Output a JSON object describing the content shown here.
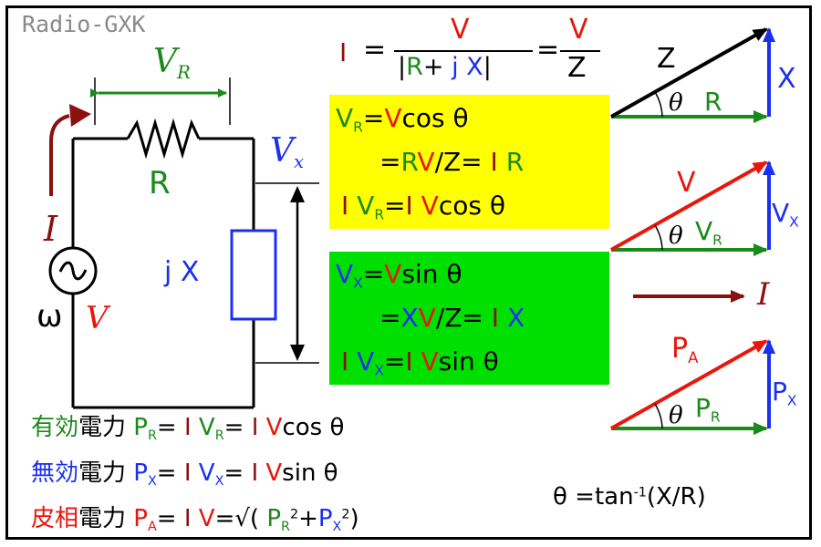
{
  "watermark": "Radio-GXK",
  "colors": {
    "red": "#e8160c",
    "green": "#1a8a1a",
    "blue": "#1a2ff0",
    "brown": "#8b1010",
    "yellowbox": "#ffff00",
    "greenbox": "#00e000"
  },
  "circuit": {
    "vr": "V",
    "vr_sub": "R",
    "r_label": "R",
    "vx": "V",
    "vx_sub": "x",
    "i_label": "I",
    "omega": "ω",
    "v_label": "V",
    "jx": "j X",
    "source_symbol": "~"
  },
  "formula_top": {
    "lhs": "I",
    "eq": "=",
    "num": "V",
    "den": "|R+ j X|",
    "eq2": "=",
    "num2": "V",
    "den2": "Z"
  },
  "yellow_box": {
    "l1_v": "V",
    "l1_sub": "R",
    "l1_eq": "=",
    "l1_rhs_v": "V",
    "l1_rhs": "cos θ",
    "l2_eq": "=",
    "l2_r": "R",
    "l2_v": "V",
    "l2_mid": "/Z=",
    "l2_i": "I",
    "l2_r2": "R",
    "l3_i": "I",
    "l3_v": "V",
    "l3_sub": "R",
    "l3_eq": "=",
    "l3_i2": "I",
    "l3_v2": "V",
    "l3_rhs": "cos θ"
  },
  "green_box": {
    "l1_v": "V",
    "l1_sub": "X",
    "l1_eq": "=",
    "l1_rhs_v": "V",
    "l1_rhs": "sin θ",
    "l2_eq": "=",
    "l2_x": "X",
    "l2_v": "V",
    "l2_mid": "/Z=",
    "l2_i": "I",
    "l2_x2": "X",
    "l3_i": "I",
    "l3_v": "V",
    "l3_sub": "X",
    "l3_eq": "=",
    "l3_i2": "I",
    "l3_v2": "V",
    "l3_rhs": "sin θ"
  },
  "vector1": {
    "hyp": "Z",
    "theta": "θ",
    "base": "R",
    "side": "X"
  },
  "vector2": {
    "hyp": "V",
    "theta": "θ",
    "base": "V",
    "base_sub": "R",
    "side": "V",
    "side_sub": "X"
  },
  "current_arrow": {
    "label": "I"
  },
  "vector3": {
    "hyp": "P",
    "hyp_sub": "A",
    "theta": "θ",
    "base": "P",
    "base_sub": "R",
    "side": "P",
    "side_sub": "X"
  },
  "power": {
    "active_a": "有効",
    "active_b": "電力",
    "active_p": "P",
    "active_sub": "R",
    "active_eq": "=",
    "active_i": "I",
    "active_v": "V",
    "active_vsub": "R",
    "active_eq2": "=",
    "active_i2": "I",
    "active_v2": "V",
    "active_rhs": "cos θ",
    "reactive_a": "無効",
    "reactive_b": "電力",
    "reactive_p": "P",
    "reactive_sub": "X",
    "reactive_eq": "=",
    "reactive_i": "I",
    "reactive_v": "V",
    "reactive_vsub": "X",
    "reactive_eq2": "=",
    "reactive_i2": "I",
    "reactive_v2": "V",
    "reactive_rhs": "sin θ",
    "apparent_a": "皮相",
    "apparent_b": "電力",
    "apparent_p": "P",
    "apparent_sub": "A",
    "apparent_eq": "=",
    "apparent_i": "I",
    "apparent_v": "V",
    "apparent_eq2": "=√(",
    "apparent_pr": "P",
    "apparent_pr_sub": "R",
    "apparent_sq": "2",
    "apparent_plus": "+",
    "apparent_px": "P",
    "apparent_px_sub": "X",
    "apparent_sq2": "2",
    "apparent_close": ")"
  },
  "theta_formula": {
    "lhs": "θ =tan",
    "exp": "-1",
    "rhs": "(X/R)"
  }
}
